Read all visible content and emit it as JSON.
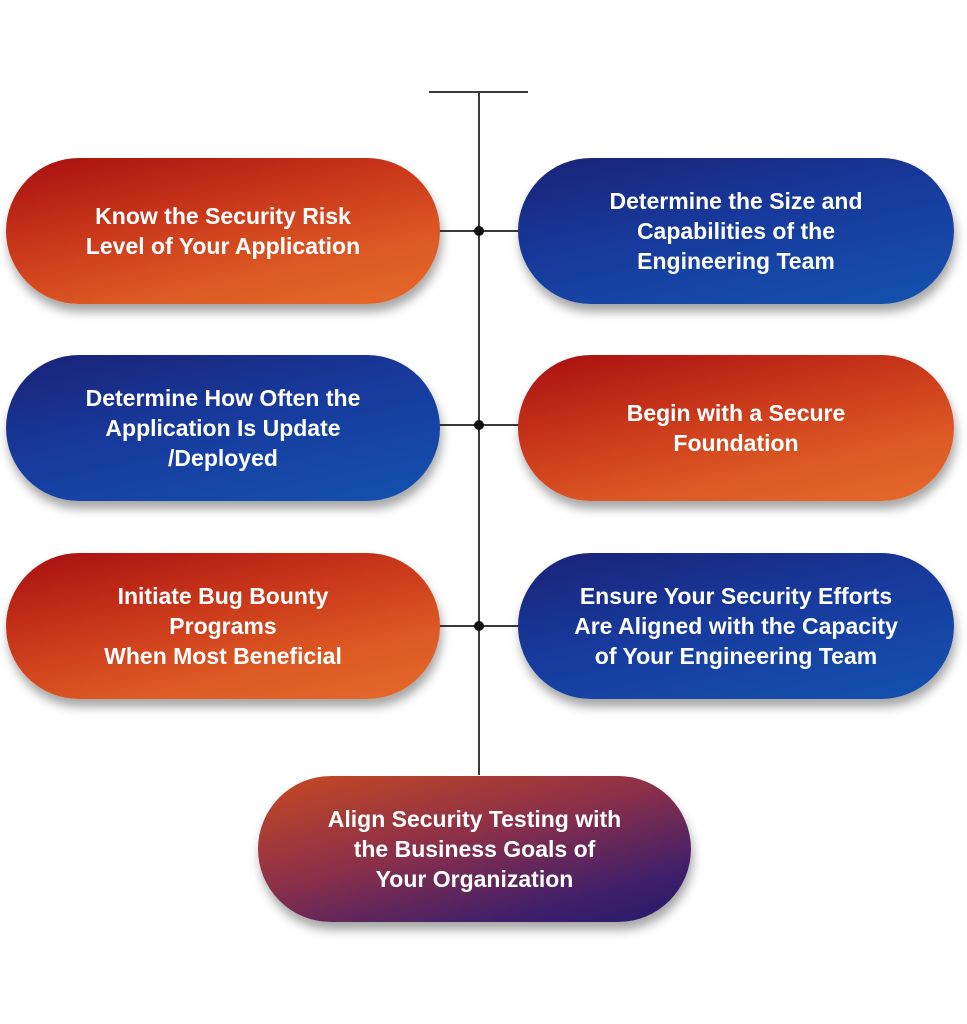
{
  "steps": {
    "left_1": "Know the Security Risk\nLevel of Your Application",
    "right_1": "Determine the Size and\nCapabilities of the\nEngineering Team",
    "left_2": "Determine How Often the\nApplication Is Update\n/Deployed",
    "right_2": "Begin with a Secure\nFoundation",
    "left_3": "Initiate Bug Bounty\nPrograms\nWhen Most Beneficial",
    "right_3": "Ensure Your Security Efforts\nAre Aligned with the Capacity\nof Your Engineering Team",
    "bottom": "Align Security Testing with\nthe Business Goals of\nYour Organization"
  },
  "colors": {
    "orange": "#e5692a",
    "red": "#a80e10",
    "blue": "#1452b0",
    "navy": "#1a2276",
    "purple": "#3f1f6a",
    "line": "#3a3a3a"
  }
}
